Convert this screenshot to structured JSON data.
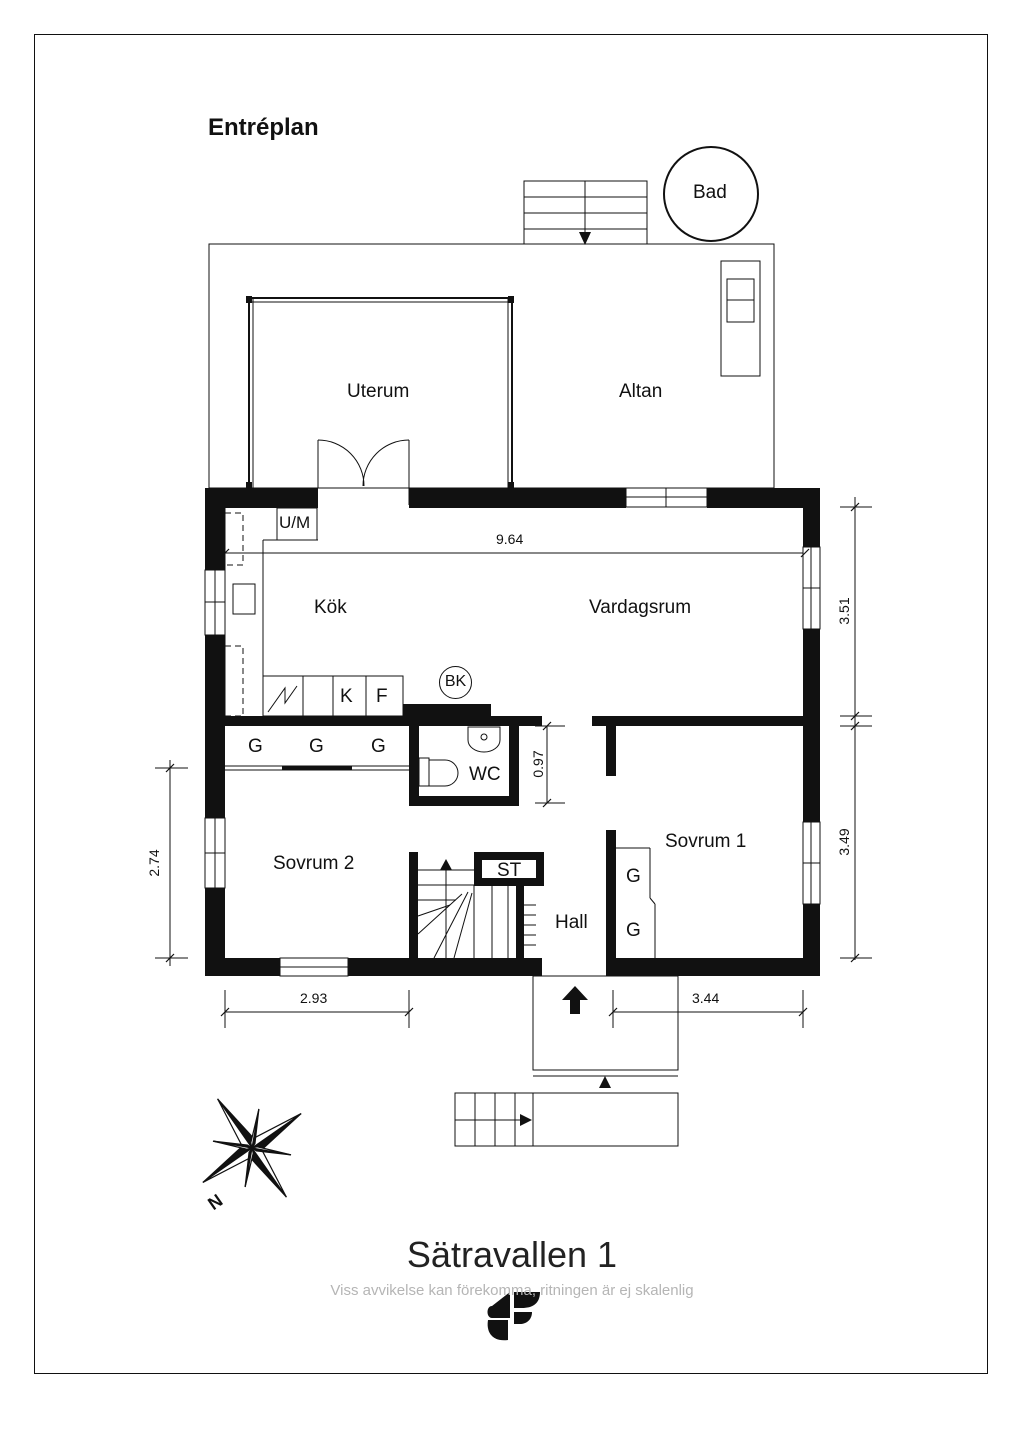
{
  "plan": {
    "heading": "Entréplan",
    "rooms": {
      "uterum": "Uterum",
      "altan": "Altan",
      "bad": "Bad",
      "kok": "Kök",
      "vardagsrum": "Vardagsrum",
      "sovrum1": "Sovrum 1",
      "sovrum2": "Sovrum 2",
      "wc": "WC",
      "hall": "Hall",
      "st": "ST"
    },
    "fixtures": {
      "um": "U/M",
      "k": "K",
      "f": "F",
      "bk": "BK",
      "g": "G"
    },
    "dimensions": {
      "width_total": "9.64",
      "height_upper": "3.51",
      "height_lower": "3.49",
      "sovrum2_height": "2.74",
      "sovrum2_width": "2.93",
      "sovrum1_width": "3.44",
      "corridor": "0.97"
    },
    "compass_label": "N",
    "title": "Sätravallen 1",
    "disclaimer": "Viss avvikelse kan förekomma, ritningen är ej skalenlig"
  }
}
